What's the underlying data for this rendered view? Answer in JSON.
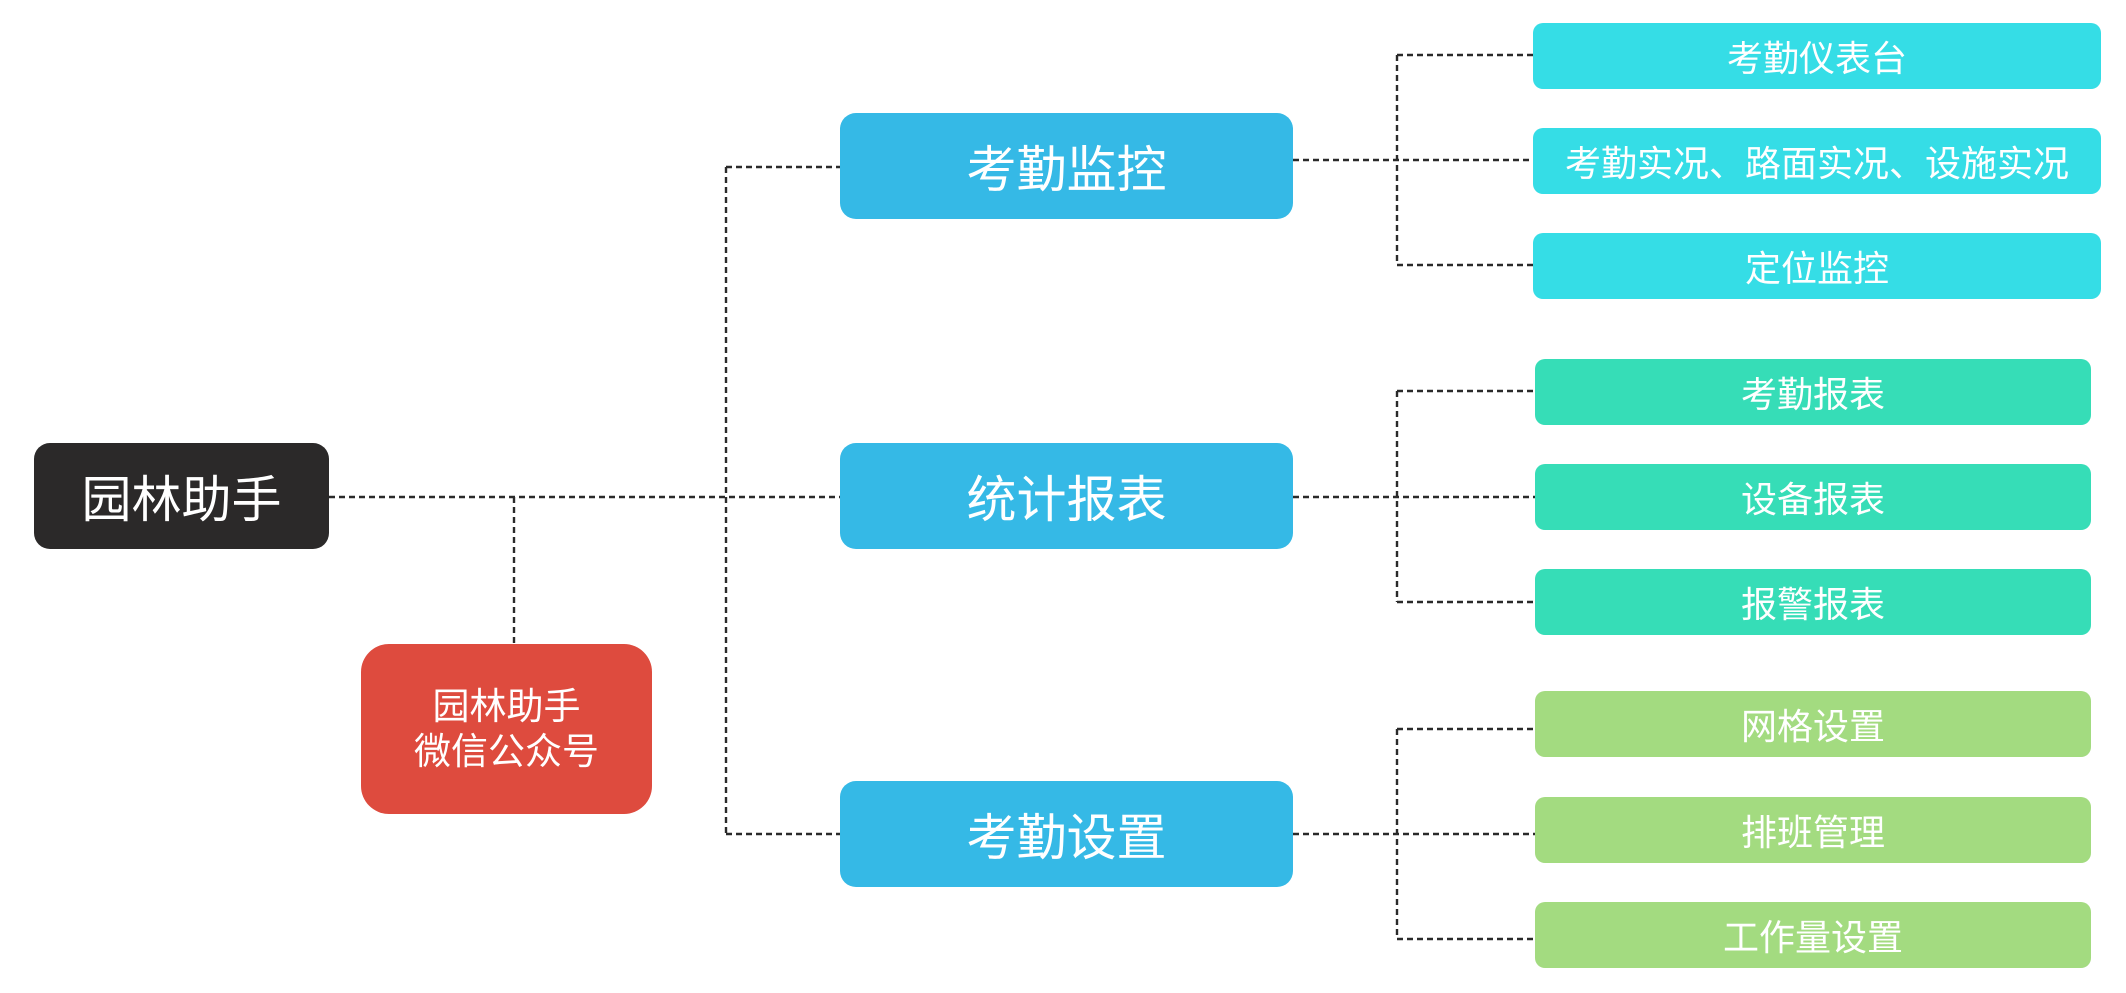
{
  "colors": {
    "root": "#2b2929",
    "branch": "#35b9e6",
    "group_monitor": "#35dde6",
    "group_report": "#36ddb7",
    "group_settings": "#a3db80",
    "wechat": "#de4b3e"
  },
  "root": {
    "label": "园林助手"
  },
  "wechat": {
    "line1": "园林助手",
    "line2": "微信公众号"
  },
  "branches": [
    {
      "label": "考勤监控",
      "children": [
        "考勤仪表台",
        "考勤实况、路面实况、设施实况",
        "定位监控"
      ]
    },
    {
      "label": "统计报表",
      "children": [
        "考勤报表",
        "设备报表",
        "报警报表"
      ]
    },
    {
      "label": "考勤设置",
      "children": [
        "网格设置",
        "排班管理",
        "工作量设置"
      ]
    }
  ]
}
